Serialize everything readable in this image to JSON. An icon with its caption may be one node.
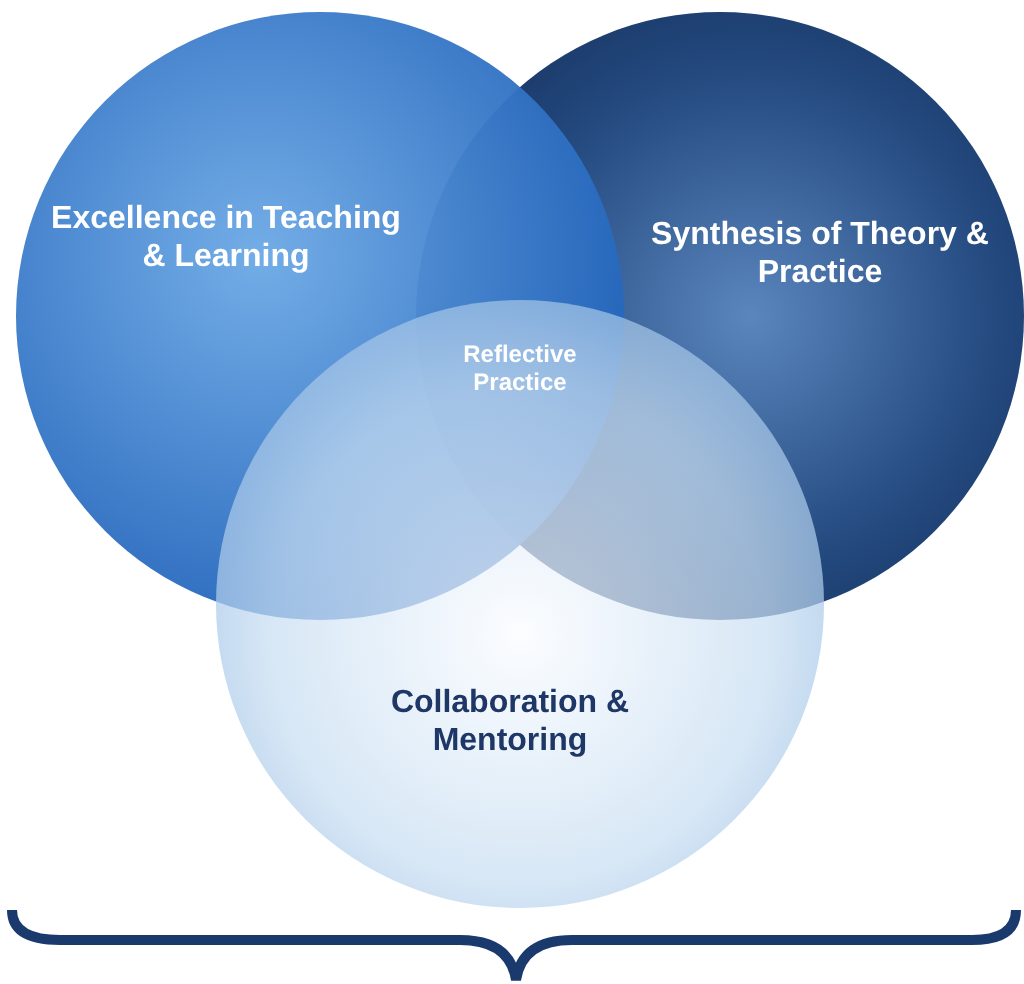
{
  "diagram": {
    "nodes": [
      {
        "text": [
          "Excellence in Teaching & Learning"
        ]
      },
      {
        "text": [
          "Synthesis of Theory & Practice"
        ]
      },
      {
        "text": [
          "Collaboration & Mentoring"
        ]
      }
    ],
    "labels": [
      "Reflective Practice"
    ]
  }
}
